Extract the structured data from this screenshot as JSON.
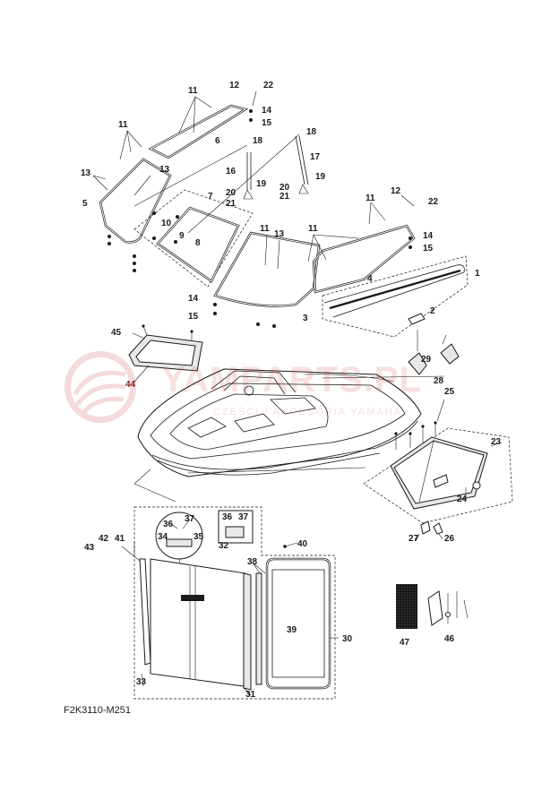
{
  "drawing_code": "F2K3110-M251",
  "watermark": {
    "text": "YAMPARTS.PL",
    "subtext": "CZĘŚCI I AKCESORIA YAMAHA"
  },
  "callouts": {
    "c1": "1",
    "c2": "2",
    "c3": "3",
    "c4": "4",
    "c5": "5",
    "c6": "6",
    "c7": "7",
    "c8": "8",
    "c9": "9",
    "c10": "10",
    "c11": "11",
    "c12": "12",
    "c13": "13",
    "c14": "14",
    "c15": "15",
    "c16": "16",
    "c17": "17",
    "c18": "18",
    "c19": "19",
    "c20": "20",
    "c21": "21",
    "c22": "22",
    "c23": "23",
    "c24": "24",
    "c25": "25",
    "c26": "26",
    "c27": "27",
    "c28": "28",
    "c29": "29",
    "c30": "30",
    "c31": "31",
    "c32": "32",
    "c33": "33",
    "c34": "34",
    "c35": "35",
    "c36": "36",
    "c37": "37",
    "c38": "38",
    "c39": "39",
    "c40": "40",
    "c41": "41",
    "c42": "42",
    "c43": "43",
    "c44": "44",
    "c45": "45",
    "c46": "46",
    "c47": "47"
  },
  "colors": {
    "ink": "#1a1a1a",
    "watermark": "#c83c3c",
    "highlight_callout": "#8a1a1a"
  }
}
